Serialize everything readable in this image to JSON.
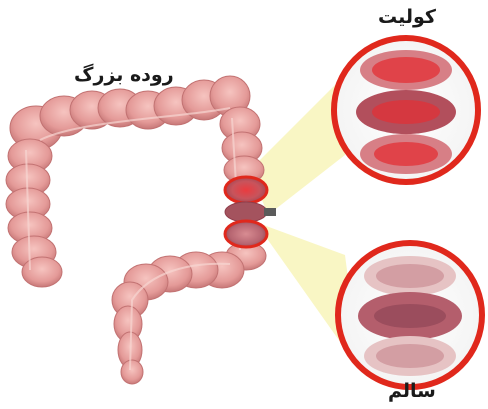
{
  "labels": {
    "large_intestine": "روده بزرگ",
    "colitis": "کولیت",
    "healthy": "سالم"
  },
  "colors": {
    "intestine": "#e8a0a0",
    "intestine_dark": "#c97474",
    "callout_ring": "#e0281c",
    "beam": "#f7f3b0",
    "inflamed": "#d93036"
  }
}
